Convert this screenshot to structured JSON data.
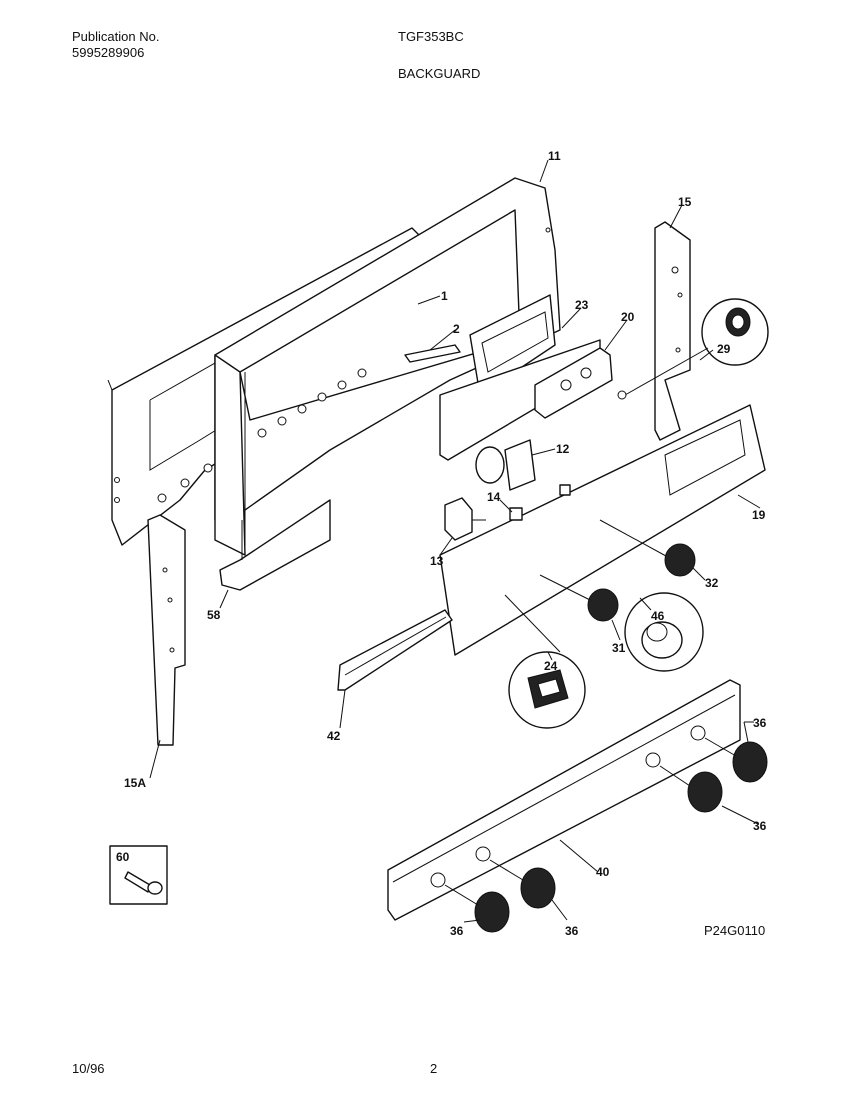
{
  "header": {
    "publication_label": "Publication No.",
    "publication_number": "5995289906",
    "model": "TGF353BC",
    "section": "BACKGUARD"
  },
  "diagram": {
    "code": "P24G0110",
    "callouts": {
      "c1": "1",
      "c2": "2",
      "c11": "11",
      "c12": "12",
      "c13": "13",
      "c14": "14",
      "c15": "15",
      "c15a": "15A",
      "c19": "19",
      "c20": "20",
      "c23": "23",
      "c24": "24",
      "c29": "29",
      "c31": "31",
      "c32": "32",
      "c36a": "36",
      "c36b": "36",
      "c36c": "36",
      "c36d": "36",
      "c40": "40",
      "c42": "42",
      "c46": "46",
      "c58": "58",
      "c60": "60"
    }
  },
  "footer": {
    "date": "10/96",
    "page": "2"
  }
}
